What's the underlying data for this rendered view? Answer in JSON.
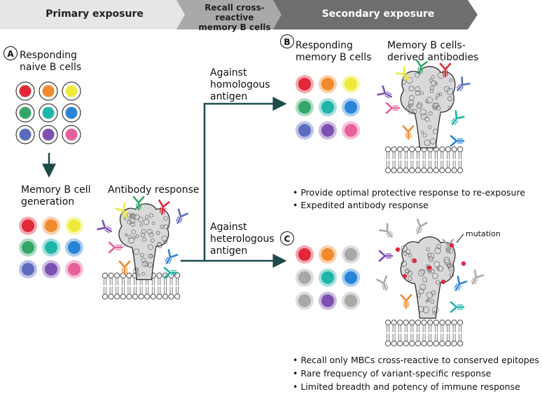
{
  "banner": {
    "stage1": "Primary exposure",
    "stage2_line1": "Recall cross-reactive",
    "stage2_line2": "memory B cells",
    "stage3": "Secondary exposure"
  },
  "panel_a": {
    "marker": "A",
    "naive_line1": "Responding",
    "naive_line2": "naive B cells",
    "memory_line1": "Memory B cell",
    "memory_line2": "generation",
    "antibody_label": "Antibody response"
  },
  "branch_homologous": {
    "line1": "Against",
    "line2": "homologous",
    "line3": "antigen"
  },
  "branch_heterologous": {
    "line1": "Against",
    "line2": "heterologous",
    "line3": "antigen"
  },
  "panel_b": {
    "marker": "B",
    "cells_line1": "Responding",
    "cells_line2": "memory B cells",
    "antibodies_line1": "Memory B cells-",
    "antibodies_line2": "derived antibodies",
    "bullets": [
      "• Provide optimal protective response to re-exposure",
      "• Expedited antibody response"
    ]
  },
  "panel_c": {
    "marker": "C",
    "mutation_label": "mutation",
    "bullets": [
      "• Recall only MBCs cross-reactive to conserved epitopes",
      "• Rare frequency of variant-specific response",
      "• Limited breadth and potency of immune response"
    ]
  },
  "colors": {
    "red": "#e0283a",
    "orange": "#f08a2c",
    "yellow": "#eeea3a",
    "green": "#35a66a",
    "teal": "#1fb5a8",
    "blue": "#2a84d6",
    "indigo": "#5b6cc0",
    "purple": "#7d4fb0",
    "pink": "#e8609a",
    "gray": "#a8a8a8",
    "arrow": "#1d4a4a"
  }
}
